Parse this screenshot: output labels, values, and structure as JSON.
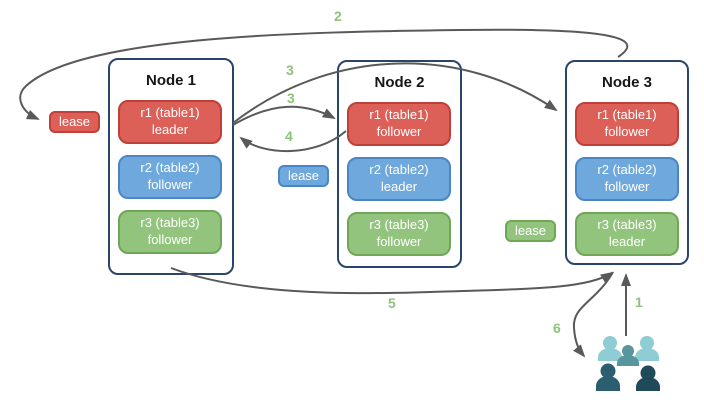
{
  "diagram": {
    "nodes": [
      {
        "title": "Node 1",
        "replicas": [
          {
            "name": "r1 (table1)",
            "role": "leader",
            "color": "#dc5f58"
          },
          {
            "name": "r2 (table2)",
            "role": "follower",
            "color": "#6fa8dc"
          },
          {
            "name": "r3 (table3)",
            "role": "follower",
            "color": "#93c47d"
          }
        ]
      },
      {
        "title": "Node 2",
        "replicas": [
          {
            "name": "r1 (table1)",
            "role": "follower",
            "color": "#dc5f58"
          },
          {
            "name": "r2 (table2)",
            "role": "leader",
            "color": "#6fa8dc"
          },
          {
            "name": "r3 (table3)",
            "role": "follower",
            "color": "#93c47d"
          }
        ]
      },
      {
        "title": "Node 3",
        "replicas": [
          {
            "name": "r1 (table1)",
            "role": "follower",
            "color": "#dc5f58"
          },
          {
            "name": "r2 (table2)",
            "role": "follower",
            "color": "#6fa8dc"
          },
          {
            "name": "r3 (table3)",
            "role": "leader",
            "color": "#93c47d"
          }
        ]
      }
    ],
    "leases": [
      {
        "label": "lease",
        "color": "#dc5f58",
        "near": "node1-r1-leader"
      },
      {
        "label": "lease",
        "color": "#6fa8dc",
        "near": "node2-r2-leader"
      },
      {
        "label": "lease",
        "color": "#93c47d",
        "near": "node3-r3-leader"
      }
    ],
    "steps": {
      "s1": "1",
      "s2": "2",
      "s3a": "3",
      "s3b": "3",
      "s4": "4",
      "s5": "5",
      "s6": "6"
    },
    "arrows": [
      {
        "step": "1",
        "from": "clients",
        "to": "node3-bottom"
      },
      {
        "step": "2",
        "from": "node3-top",
        "to": "lease-red"
      },
      {
        "step": "3",
        "from": "node1-r1-leader",
        "to": "node3-r1-follower"
      },
      {
        "step": "3",
        "from": "node1-r1-leader",
        "to": "node2-r1-follower"
      },
      {
        "step": "4",
        "from": "node2-r1-follower",
        "to": "node1-r1-leader"
      },
      {
        "step": "5",
        "from": "node1-bottom",
        "to": "node3-bottom"
      },
      {
        "step": "6",
        "from": "node3-bottom",
        "to": "clients"
      }
    ],
    "icons": {
      "clients": "users-group-icon"
    },
    "colors": {
      "red_fill": "#dc5f58",
      "red_border": "#bf4039",
      "blue_fill": "#6fa8dc",
      "blue_border": "#4a86c6",
      "green_fill": "#93c47d",
      "green_border": "#6fa757",
      "node_border": "#2a456b",
      "arrow": "#595959",
      "step_label": "#8dc47a",
      "clients_light": "#8ecdd3",
      "clients_mid": "#57959f",
      "clients_dark1": "#2b5f70",
      "clients_dark2": "#1f4a59"
    }
  }
}
